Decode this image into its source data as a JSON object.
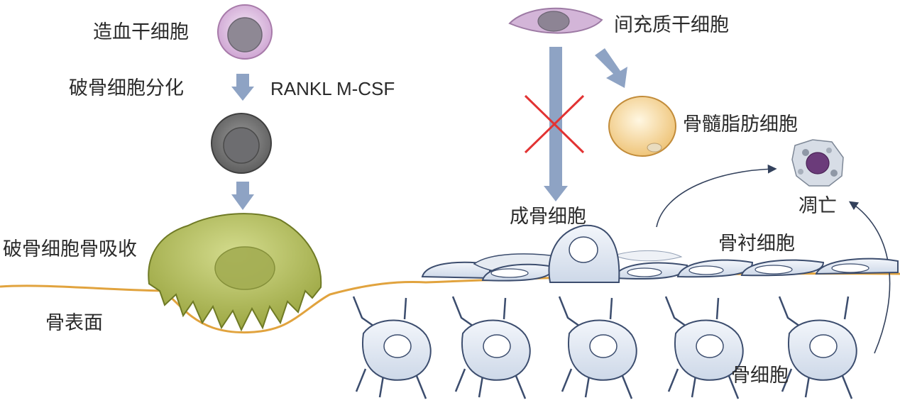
{
  "diagram": {
    "labels": {
      "hsc": "造血干细胞",
      "osteoclast_diff": "破骨细胞分化",
      "rankl": "RANKL M-CSF",
      "osteoclast_resorption": "破骨细胞骨吸收",
      "bone_surface": "骨表面",
      "msc": "间充质干细胞",
      "marrow_adipocyte": "骨髓脂肪细胞",
      "apoptosis": "凋亡",
      "osteoblast": "成骨细胞",
      "bone_lining": "骨衬细胞",
      "osteocyte": "骨细胞"
    },
    "colors": {
      "arrow": "#8ea3c4",
      "bone_line": "#e1a33e",
      "cross": "#e23333",
      "osteoclast": "#b3bf5f",
      "hsc": "#d9b8dc",
      "adipocyte": "#f3d69a",
      "cell_blue": "#dfe6f0"
    }
  }
}
